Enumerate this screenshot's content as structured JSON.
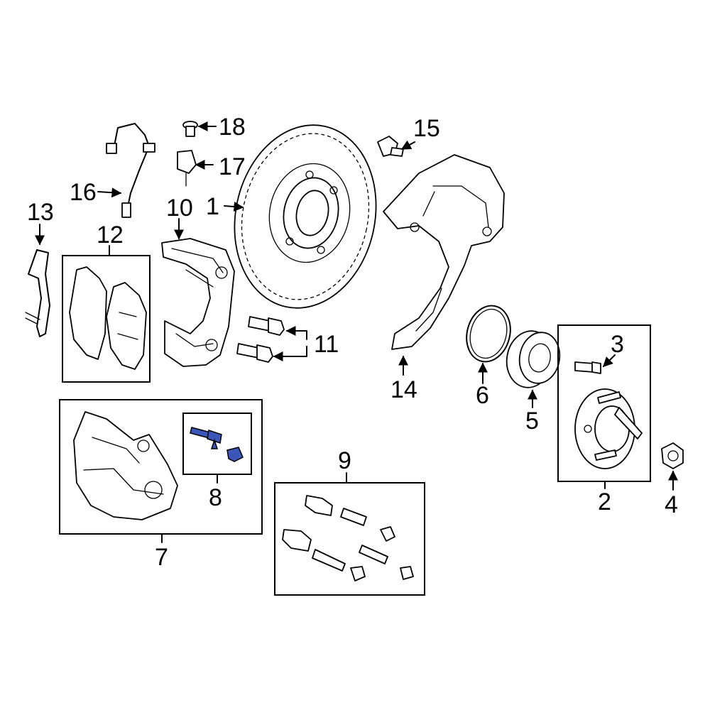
{
  "callouts": {
    "c1": "1",
    "c2": "2",
    "c3": "3",
    "c4": "4",
    "c5": "5",
    "c6": "6",
    "c7": "7",
    "c8": "8",
    "c9": "9",
    "c10": "10",
    "c11": "11",
    "c12": "12",
    "c13": "13",
    "c14": "14",
    "c15": "15",
    "c16": "16",
    "c17": "17",
    "c18": "18"
  },
  "colors": {
    "line": "#000000",
    "background": "#ffffff",
    "highlight": "#3b56b8"
  },
  "highlighted_callout": "8"
}
